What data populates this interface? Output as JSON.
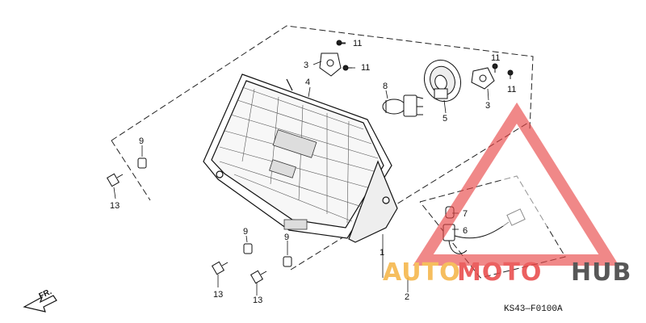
{
  "diagram": {
    "part_code": "KS43—F0100A",
    "front_label": "FR.",
    "callouts": {
      "c1": "1",
      "c2": "2",
      "c3a": "3",
      "c3b": "3",
      "c4": "4",
      "c5": "5",
      "c6": "6",
      "c7": "7",
      "c8": "8",
      "c9a": "9",
      "c9b": "9",
      "c9c": "9",
      "c11a": "11",
      "c11b": "11",
      "c11c": "11",
      "c11d": "11",
      "c13a": "13",
      "c13b": "13",
      "c13c": "13"
    }
  },
  "watermark": {
    "part1": "AUTO",
    "part2": "MOTO",
    "part3": "HUB",
    "colors": {
      "triangle": "#e84545",
      "auto": "#f5b342",
      "moto": "#e84545",
      "hub": "#3a3a3a"
    }
  }
}
